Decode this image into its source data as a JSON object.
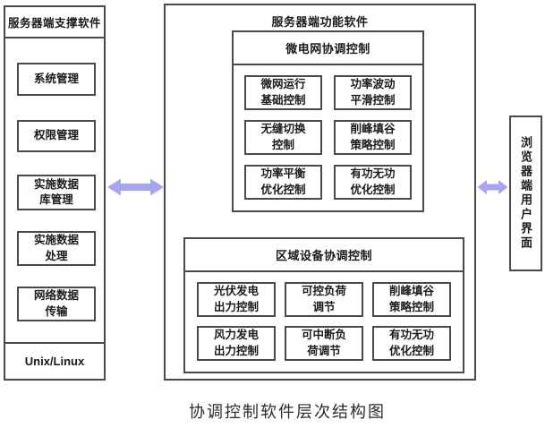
{
  "caption": "协调控制软件层次结构图",
  "colors": {
    "border": "#4a4a4a",
    "arrow_fill": "#a6a6f0",
    "text": "#1a1a1a",
    "background": "#ffffff"
  },
  "left_panel": {
    "title": "服务器端支撑软件",
    "items": [
      {
        "label": "系统管理"
      },
      {
        "label": "权限管理"
      },
      {
        "label": "实施数据\n库管理"
      },
      {
        "label": "实施数据\n处理"
      },
      {
        "label": "网络数据\n传输"
      }
    ],
    "footer": "Unix/Linux"
  },
  "mid_panel": {
    "title": "服务器端功能软件",
    "microgrid": {
      "title": "微电网协调控制",
      "items": [
        {
          "label": "微网运行\n基础控制"
        },
        {
          "label": "功率波动\n平滑控制"
        },
        {
          "label": "无缝切换\n控制"
        },
        {
          "label": "削峰填谷\n策略控制"
        },
        {
          "label": "功率平衡\n优化控制"
        },
        {
          "label": "有功无功\n优化控制"
        }
      ]
    },
    "regional": {
      "title": "区域设备协调控制",
      "items": [
        {
          "label": "光伏发电\n出力控制"
        },
        {
          "label": "可控负荷\n调节"
        },
        {
          "label": "削峰填谷\n策略控制"
        },
        {
          "label": "风力发电\n出力控制"
        },
        {
          "label": "可中断负\n荷调节"
        },
        {
          "label": "有功无功\n优化控制"
        }
      ]
    }
  },
  "right_panel": {
    "title": "浏览器端用户界面"
  }
}
